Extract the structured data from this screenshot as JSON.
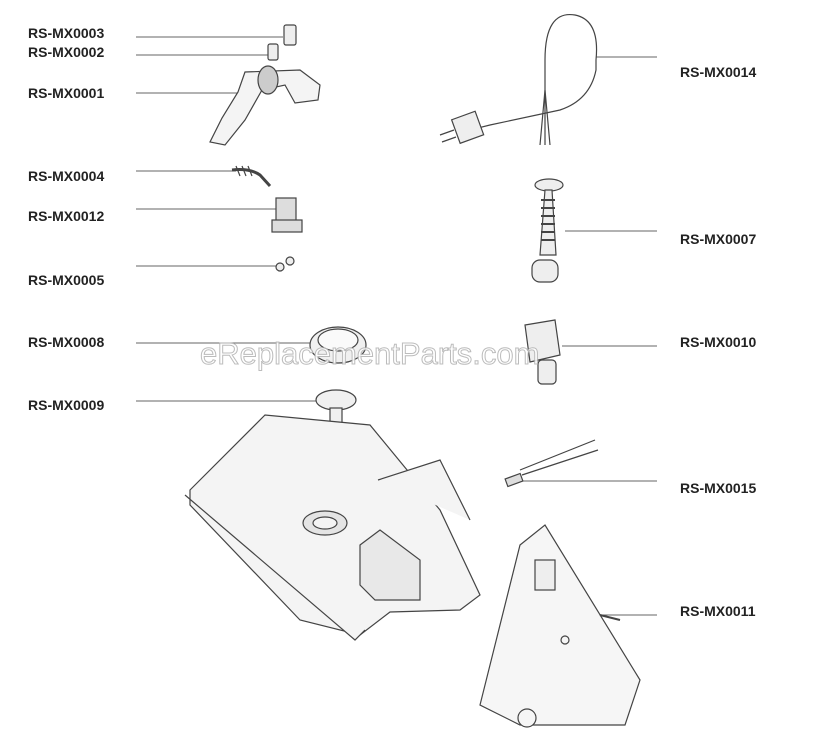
{
  "watermark": "eReplacementParts.com",
  "parts": {
    "left": [
      {
        "id": "RS-MX0003"
      },
      {
        "id": "RS-MX0002"
      },
      {
        "id": "RS-MX0001"
      },
      {
        "id": "RS-MX0004"
      },
      {
        "id": "RS-MX0012"
      },
      {
        "id": "RS-MX0005"
      },
      {
        "id": "RS-MX0008"
      },
      {
        "id": "RS-MX0009"
      }
    ],
    "right": [
      {
        "id": "RS-MX0014"
      },
      {
        "id": "RS-MX0007"
      },
      {
        "id": "RS-MX0010"
      },
      {
        "id": "RS-MX0015"
      },
      {
        "id": "RS-MX0011"
      }
    ]
  },
  "colors": {
    "line": "#555555",
    "label": "#222222",
    "part_fill": "#f2f2f2"
  }
}
